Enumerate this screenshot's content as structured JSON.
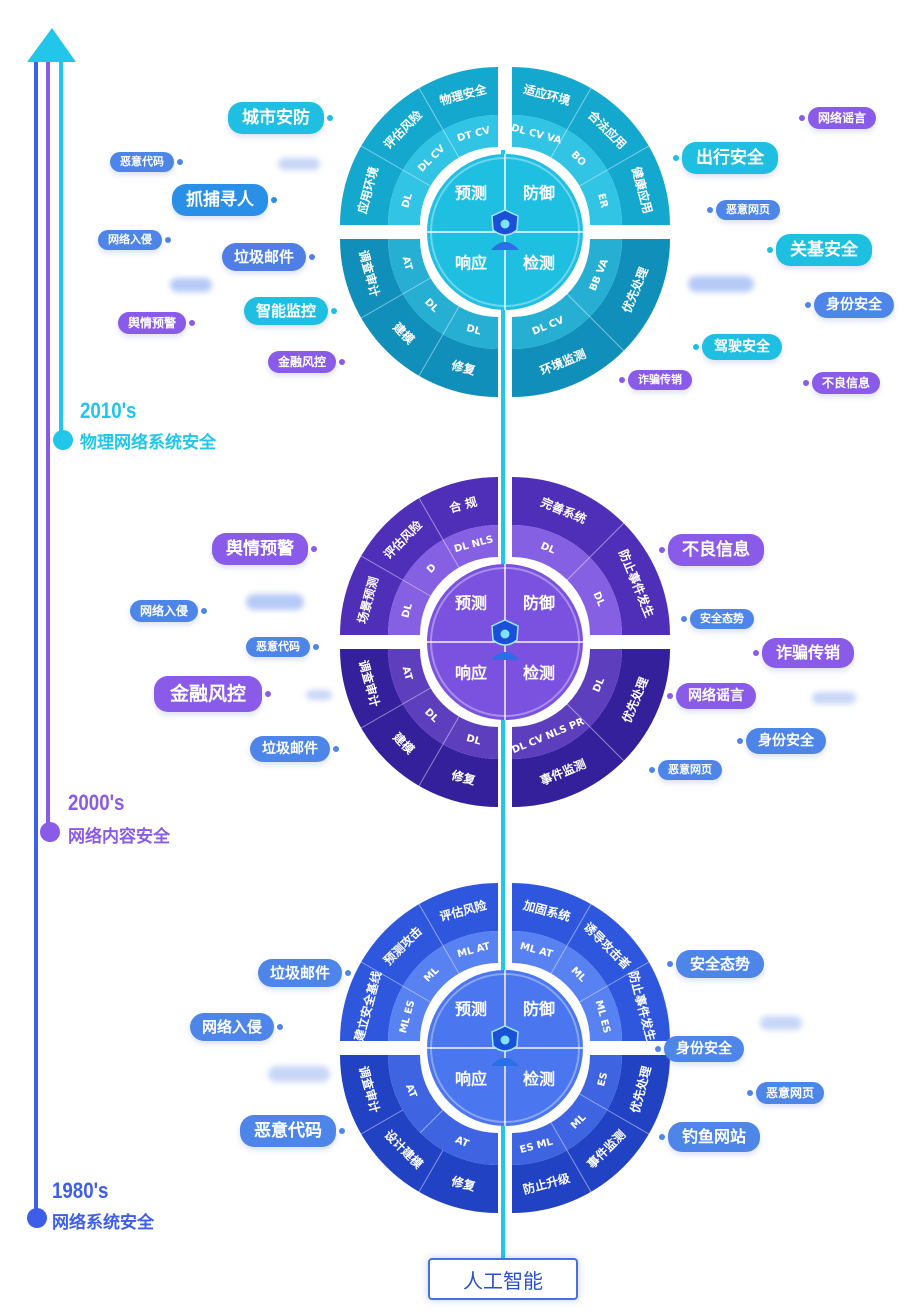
{
  "colors": {
    "cyan": "#21c6e8",
    "purple": "#8a5be8",
    "blue": "#3d5ee8",
    "stage2010": [
      "#1fbfe2",
      "#14a8cf",
      "#0f8fb9",
      "#0a7aa6"
    ],
    "stage2000": [
      "#7b52e0",
      "#4f2fb8",
      "#33209a",
      "#23177c"
    ],
    "stage1980": [
      "#4a76f0",
      "#2f57de",
      "#2242c4",
      "#1a35a8"
    ]
  },
  "center_label": "人工智能",
  "eras": [
    {
      "year": "2010's",
      "label": "物理网络系统安全"
    },
    {
      "year": "2000's",
      "label": "网络内容安全"
    },
    {
      "year": "1980's",
      "label": "网络系统安全"
    }
  ],
  "diagrams": [
    {
      "quadrants": {
        "tl": "预测",
        "tr": "防御",
        "bl": "响应",
        "br": "检测"
      },
      "tl_outer": [
        "应用环境",
        "评估风险",
        "物理安全"
      ],
      "tl_mid": [
        "DL",
        "DL CV",
        "DT CV"
      ],
      "tr_outer": [
        "适应环境",
        "合法应用",
        "健康应用"
      ],
      "tr_mid": [
        "DL CV VA",
        "BO",
        "ER"
      ],
      "bl_outer": [
        "修复",
        "建模",
        "调查审计"
      ],
      "bl_mid": [
        "DL",
        "DL",
        "AT"
      ],
      "br_outer": [
        "优先处理",
        "环境监测"
      ],
      "br_mid": [
        "BB VA",
        "DL CV"
      ]
    },
    {
      "quadrants": {
        "tl": "预测",
        "tr": "防御",
        "bl": "响应",
        "br": "检测"
      },
      "tl_outer": [
        "场景预测",
        "评估风险",
        "合 规"
      ],
      "tl_mid": [
        "DL",
        "D",
        "DL NLS"
      ],
      "tr_outer": [
        "完善系统",
        "防止事件发生"
      ],
      "tr_mid": [
        "DL",
        "DL"
      ],
      "bl_outer": [
        "修复",
        "建模",
        "调查审计"
      ],
      "bl_mid": [
        "DL",
        "DL",
        "AT"
      ],
      "br_outer": [
        "优先处理",
        "事件监测"
      ],
      "br_mid": [
        "DL",
        "DL CV NLS PR"
      ]
    },
    {
      "quadrants": {
        "tl": "预测",
        "tr": "防御",
        "bl": "响应",
        "br": "检测"
      },
      "tl_outer": [
        "建立安全基线",
        "预测攻击",
        "评估风险"
      ],
      "tl_mid": [
        "ML ES",
        "ML",
        "ML AT"
      ],
      "tr_outer": [
        "加固系统",
        "诱导攻击者",
        "防止事件发生"
      ],
      "tr_mid": [
        "ML AT",
        "ML",
        "ML ES"
      ],
      "bl_outer": [
        "修复",
        "设计建模",
        "调查审计"
      ],
      "bl_mid": [
        "AT",
        "AT"
      ],
      "br_outer": [
        "优先处理",
        "事件监测",
        "防止升级"
      ],
      "br_mid": [
        "ES",
        "ML",
        "ES ML"
      ]
    }
  ],
  "tags": {
    "s2010_left": [
      "城市安防",
      "恶意代码",
      "抓捕寻人",
      "网络入侵",
      "垃圾邮件",
      "智能监控",
      "舆情预警",
      "金融风控"
    ],
    "s2010_right": [
      "网络谣言",
      "出行安全",
      "恶意网页",
      "关基安全",
      "身份安全",
      "驾驶安全",
      "诈骗传销",
      "不良信息"
    ],
    "s2000_left": [
      "舆情预警",
      "网络入侵",
      "恶意代码",
      "金融风控",
      "垃圾邮件"
    ],
    "s2000_right": [
      "不良信息",
      "安全态势",
      "诈骗传销",
      "网络谣言",
      "身份安全",
      "恶意网页"
    ],
    "s1980_left": [
      "垃圾邮件",
      "网络入侵",
      "恶意代码"
    ],
    "s1980_right": [
      "安全态势",
      "身份安全",
      "恶意网页",
      "钓鱼网站"
    ]
  }
}
